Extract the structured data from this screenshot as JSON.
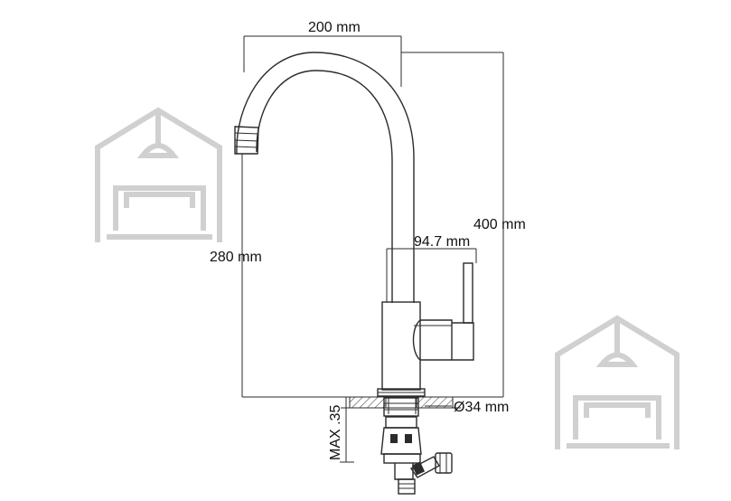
{
  "dimensions": {
    "spout_reach": "200 mm",
    "total_height": "400 mm",
    "spout_height": "280 mm",
    "handle_offset": "94.7 mm",
    "hole_diameter": "Ø34 mm",
    "max_counter": "MAX .35"
  },
  "colors": {
    "line": "#2b2b2b",
    "watermark": "#d0d0d0",
    "background": "#ffffff"
  }
}
